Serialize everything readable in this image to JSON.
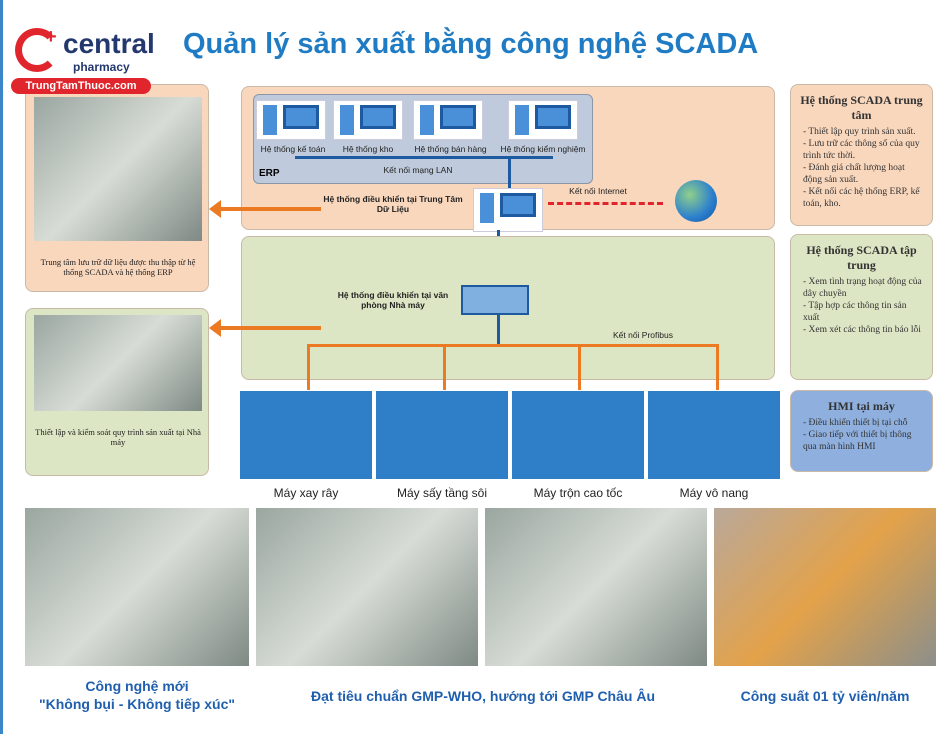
{
  "logo": {
    "brand": "central",
    "sub": "pharmacy",
    "site": "TrungTamThuoc.com"
  },
  "title": "Quản lý sản xuất bằng công nghệ SCADA",
  "erp": {
    "label": "ERP",
    "lan": "Kết nối mạng LAN",
    "systems": [
      "Hệ thống kế toán",
      "Hệ thống kho",
      "Hệ thống bán hàng",
      "Hệ thống kiểm nghiệm"
    ]
  },
  "datacenter": "Hệ thống điều khiển tại Trung Tâm Dữ Liệu",
  "internet": "Kết nối Internet",
  "factory": "Hệ thống điều khiển tại văn phòng Nhà máy",
  "profibus": "Kết nối Profibus",
  "left": {
    "storage": "Trung tâm lưu trữ dữ liệu được thu thập từ hệ thống SCADA và hệ thống ERP",
    "control": "Thiết lập và kiểm soát quy trình sản xuất tại Nhà máy"
  },
  "machines": [
    "Máy xay rây",
    "Máy sấy tầng sôi",
    "Máy trộn cao tốc",
    "Máy vô nang"
  ],
  "side": [
    {
      "title": "Hệ thống SCADA trung tâm",
      "items": [
        "- Thiết lập quy trình sản xuất.",
        "- Lưu trữ các thông số của quy trình tức thời.",
        "- Đánh giá chất lượng hoạt động sản xuất.",
        "- Kết nối các hệ thống ERP, kế toán, kho."
      ]
    },
    {
      "title": "Hệ thống SCADA tập trung",
      "items": [
        "- Xem tình trạng hoạt động của dây chuyền",
        "- Tập hợp các thông tin sản xuất",
        "- Xem xét các thông tin báo lỗi"
      ]
    },
    {
      "title": "HMI tại máy",
      "items": [
        "- Điều khiển thiết bị tại chỗ",
        "- Giao tiếp với thiết bị thông qua màn hình HMI"
      ]
    }
  ],
  "captions": [
    "Công nghệ mới",
    "\"Không bụi - Không tiếp xúc\"",
    "Đạt tiêu chuẩn GMP-WHO, hướng tới GMP Châu Âu",
    "Công suất 01 tỷ viên/năm"
  ]
}
